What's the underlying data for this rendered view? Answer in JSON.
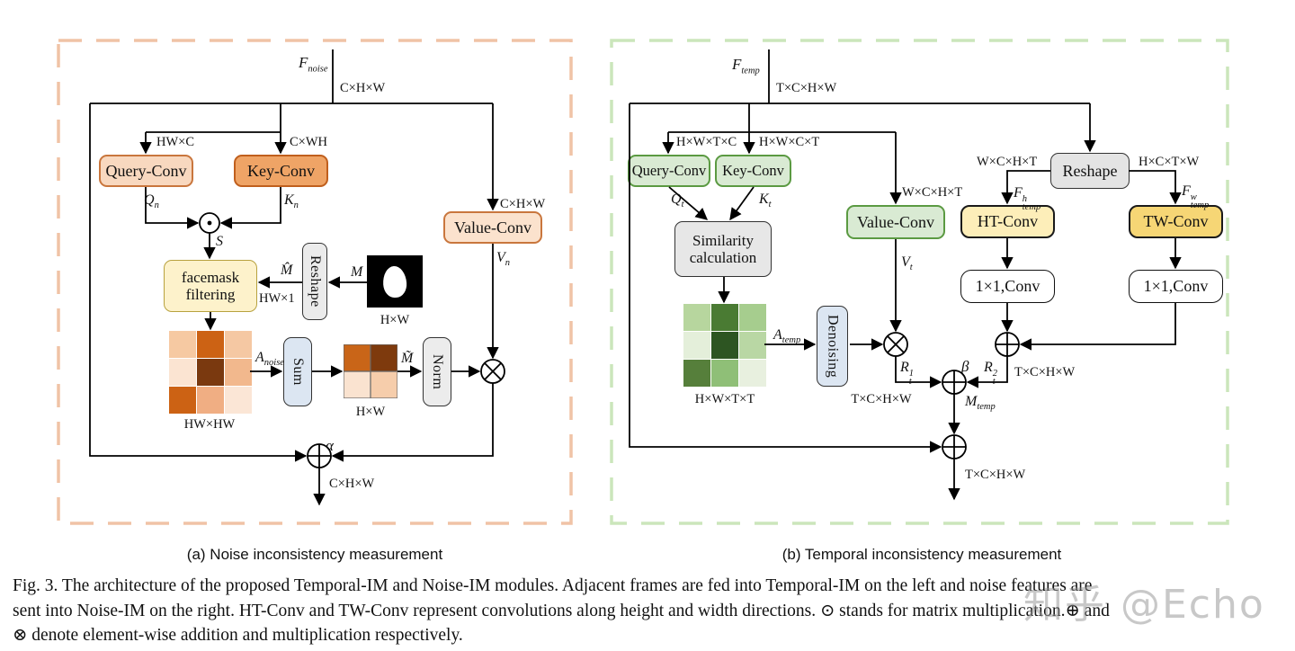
{
  "colors": {
    "panel_a_border": "#f0c3a6",
    "panel_b_border": "#cbe6bb",
    "orange_box_light": "#f8d8bf",
    "orange_box_mid": "#efa466",
    "orange_border": "#c9763d",
    "yellow_box": "#fdf2cb",
    "green_box": "#d9ead3",
    "green_border": "#5b9a42",
    "ht_conv_fill": "#fdeeb9",
    "tw_conv_fill": "#f6d675",
    "blue_box": "#dce6f2",
    "gray_box": "#e9e9e9"
  },
  "panel_a": {
    "boxes": {
      "query": "Query-Conv",
      "key": "Key-Conv",
      "value": "Value-Conv",
      "facemask_line1": "facemask",
      "facemask_line2": "filtering",
      "reshape": "Reshape",
      "sum": "Sum",
      "norm": "Norm"
    },
    "dims": {
      "top": "C×H×W",
      "q_in": "HW×C",
      "k_in": "C×WH",
      "mask_reshaped": "HW×1",
      "mask": "H×W",
      "v_in": "C×H×W",
      "attn": "HW×HW",
      "summed": "H×W",
      "out": "C×H×W"
    },
    "math": {
      "f_noise": {
        "base": "F",
        "sub": "noise"
      },
      "qn": {
        "base": "Q",
        "sub": "n"
      },
      "kn": {
        "base": "K",
        "sub": "n"
      },
      "s": {
        "base": "S"
      },
      "mhat": {
        "base": "M̂"
      },
      "m": {
        "base": "M"
      },
      "vn": {
        "base": "V",
        "sub": "n"
      },
      "anoise": {
        "base": "A",
        "sub": "noise"
      },
      "mtilde": {
        "base": "M̃"
      },
      "alpha": {
        "base": "α"
      }
    },
    "heatmap_hwxhw": [
      [
        "#f6c9a2",
        "#cc6214",
        "#f5c8a3"
      ],
      [
        "#fbe4d2",
        "#7a390f",
        "#f2b88d"
      ],
      [
        "#cc6214",
        "#f0ae83",
        "#fbe6d6"
      ]
    ],
    "heatmap_hxw": [
      [
        "#c96518",
        "#7e3a0d"
      ],
      [
        "#fae3d0",
        "#f6cdab"
      ]
    ]
  },
  "panel_b": {
    "boxes": {
      "query": "Query-Conv",
      "key": "Key-Conv",
      "similarity_line1": "Similarity",
      "similarity_line2": "calculation",
      "value": "Value-Conv",
      "reshape": "Reshape",
      "ht_conv": "HT-Conv",
      "tw_conv": "TW-Conv",
      "conv1_ht": "1×1,Conv",
      "conv1_tw": "1×1,Conv",
      "denoising": "Denoising"
    },
    "dims": {
      "top": "T×C×H×W",
      "q_in": "H×W×T×C",
      "k_in": "H×W×C×T",
      "v_in": "W×C×H×T",
      "reshape_h": "W×C×H×T",
      "reshape_w": "H×C×T×W",
      "attn": "H×W×T×T",
      "r1": "T×C×H×W",
      "r2": "T×C×H×W",
      "out": "T×C×H×W"
    },
    "math": {
      "f_temp": {
        "base": "F",
        "sub": "temp"
      },
      "qt": {
        "base": "Q",
        "sub": "t"
      },
      "kt": {
        "base": "K",
        "sub": "t"
      },
      "vt": {
        "base": "V",
        "sub": "t"
      },
      "fh": {
        "base": "F",
        "sup": "h",
        "sub": "temp"
      },
      "fw": {
        "base": "F",
        "sup": "w",
        "sub": "temp"
      },
      "atemp": {
        "base": "A",
        "sub": "temp"
      },
      "r1": {
        "base": "R",
        "sup": "1",
        "sub": "t"
      },
      "r2": {
        "base": "R",
        "sup": "2",
        "sub": "t"
      },
      "beta": {
        "base": "β"
      },
      "mtemp": {
        "base": "M",
        "sub": "temp"
      }
    },
    "heatmap_hwtt": [
      [
        "#b7d69e",
        "#4a7b33",
        "#a6cd8e"
      ],
      [
        "#e4efda",
        "#2d5522",
        "#b9d7a4"
      ],
      [
        "#567f3b",
        "#8fbf77",
        "#e8f0df"
      ]
    ]
  },
  "captions": {
    "a": "(a) Noise inconsistency measurement",
    "b": "(b) Temporal inconsistency measurement",
    "fig_line1": "Fig. 3.   The architecture of the proposed Temporal-IM and Noise-IM modules. Adjacent frames are fed into Temporal-IM on the left and noise features are",
    "fig_line2": "sent into Noise-IM on the right. HT-Conv and TW-Conv represent convolutions along height and width directions. ⊙ stands for matrix multiplication.⊕ and",
    "fig_line3": "⊗ denote element-wise addition and multiplication respectively."
  },
  "watermark": "知乎 @Echo"
}
